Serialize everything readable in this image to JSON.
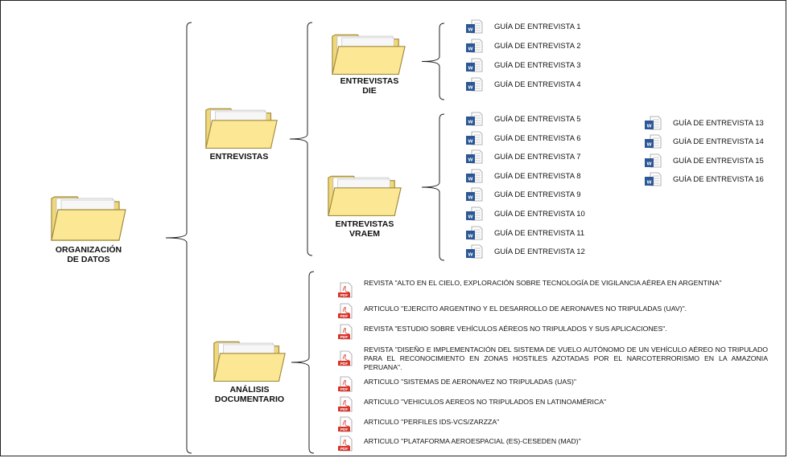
{
  "root": {
    "label": "ORGANIZACIÓN\nDE DATOS"
  },
  "entrevistas": {
    "label": "ENTREVISTAS"
  },
  "die": {
    "label": "ENTREVISTAS\nDIE"
  },
  "vraem": {
    "label": "ENTREVISTAS\nVRAEM"
  },
  "analisis": {
    "label": "ANÁLISIS\nDOCUMENTARIO"
  },
  "die_docs": [
    "GUÍA DE ENTREVISTA 1",
    "GUÍA DE ENTREVISTA 2",
    "GUÍA DE ENTREVISTA 3",
    "GUÍA DE ENTREVISTA 4"
  ],
  "vraem_docs_left": [
    "GUÍA DE ENTREVISTA 5",
    "GUÍA DE ENTREVISTA 6",
    "GUÍA DE ENTREVISTA 7",
    "GUÍA DE ENTREVISTA 8",
    "GUÍA DE ENTREVISTA 9",
    "GUÍA DE ENTREVISTA 10",
    "GUÍA DE ENTREVISTA 11",
    "GUÍA DE ENTREVISTA 12"
  ],
  "vraem_docs_right": [
    "GUÍA DE ENTREVISTA 13",
    "GUÍA DE ENTREVISTA 14",
    "GUÍA DE ENTREVISTA 15",
    "GUÍA DE ENTREVISTA 16"
  ],
  "pdf_docs": [
    "REVISTA \"ALTO EN EL CIELO, EXPLORACIÓN SOBRE TECNOLOGÍA  DE VIGILANCIA AÉREA EN ARGENTINA\"",
    "ARTICULO  \"EJERCITO ARGENTINO Y EL DESARROLLO DE AERONAVES NO TRIPULADAS (UAV)\".",
    "REVISTA  \"ESTUDIO SOBRE VEHÍCULOS AÉREOS NO TRIPULADOS Y SUS APLICACIONES\".",
    "REVISTA  \"DISEÑO E IMPLEMENTACIÓN DEL SISTEMA DE VUELO AUTÓNOMO DE UN VEHÍCULO AÉREO NO TRIPULADO PARA EL RECONOCIMIENTO EN ZONAS HOSTILES AZOTADAS POR EL NARCOTERRORISMO EN LA AMAZONIA PERUANA\".",
    "ARTICULO \"SISTEMAS DE AERONAVEZ NO TRIPULADAS (UAS)\"",
    "ARTICULO \"VEHICULOS AEREOS NO TRIPULADOS EN LATINOAMÉRICA\"",
    "ARTICULO \"PERFILES  IDS-VCS/ZARZZA\"",
    "ARTICULO \"PLATAFORMA AEROESPACIAL (ES)-CESEDEN (MAD)\""
  ],
  "icons": {
    "word": "word-doc-icon",
    "pdf": "pdf-icon",
    "folder": "folder-icon"
  },
  "colors": {
    "folder_fill": "#FCE794",
    "folder_stroke": "#A08A3C",
    "word_blue": "#2B5797",
    "pdf_red": "#D9342B"
  }
}
